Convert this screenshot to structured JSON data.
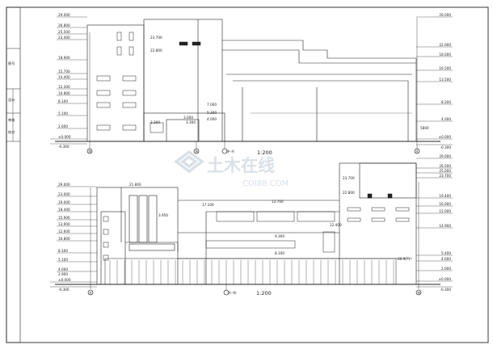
{
  "watermark": {
    "text": "土木在线",
    "sub": "COI88.COM"
  },
  "elev1": {
    "scale": "1:200",
    "axis_left": "⑱",
    "axis_mid_left": "⑯",
    "axis_mid_right": "⑱-Ⓐ",
    "axis_right": "Ⓐ",
    "left_labels": [
      "29.000",
      "26.800",
      "25.500",
      "23.400",
      "18.900",
      "15.700",
      "14.400",
      "12.300",
      "10.800",
      "8.100",
      "5.100",
      "2.600",
      "±0.000",
      "-0.300"
    ],
    "right_labels": [
      "29.000",
      "22.000",
      "18.000",
      "16.500",
      "13.500",
      "8.200",
      "4.000",
      "±0.000",
      "-0.300"
    ],
    "inner_labels": [
      "23.700",
      "22.800",
      "7.000",
      "5.300",
      "4.000",
      "3.300",
      "3.300",
      "3.000",
      "5800"
    ]
  },
  "elev2": {
    "scale": "1:200",
    "axis_left": "Ⓐ",
    "axis_mid": "Ⓐ-⑱",
    "axis_right": "⑱",
    "left_labels": [
      "29.000",
      "23.000",
      "19.000",
      "18.400",
      "15.900",
      "13.900",
      "12.600",
      "10.800",
      "8.100",
      "5.100",
      "4.000",
      "2.900",
      "±0.000",
      "-0.300"
    ],
    "right_labels": [
      "29.000",
      "26.500",
      "25.000",
      "23.700",
      "19.400",
      "16.000",
      "15.000",
      "14.900",
      "5.400",
      "4.000",
      "2.000",
      "±0.000",
      "-0.300"
    ],
    "inner_labels": [
      "21.800",
      "23.700",
      "22.800",
      "17.100",
      "13.700",
      "12.400",
      "9.300",
      "8.100",
      "3.950",
      "60.9[?]"
    ]
  },
  "title_block_marks": [
    "图号",
    "设计",
    "审核",
    "校对"
  ]
}
